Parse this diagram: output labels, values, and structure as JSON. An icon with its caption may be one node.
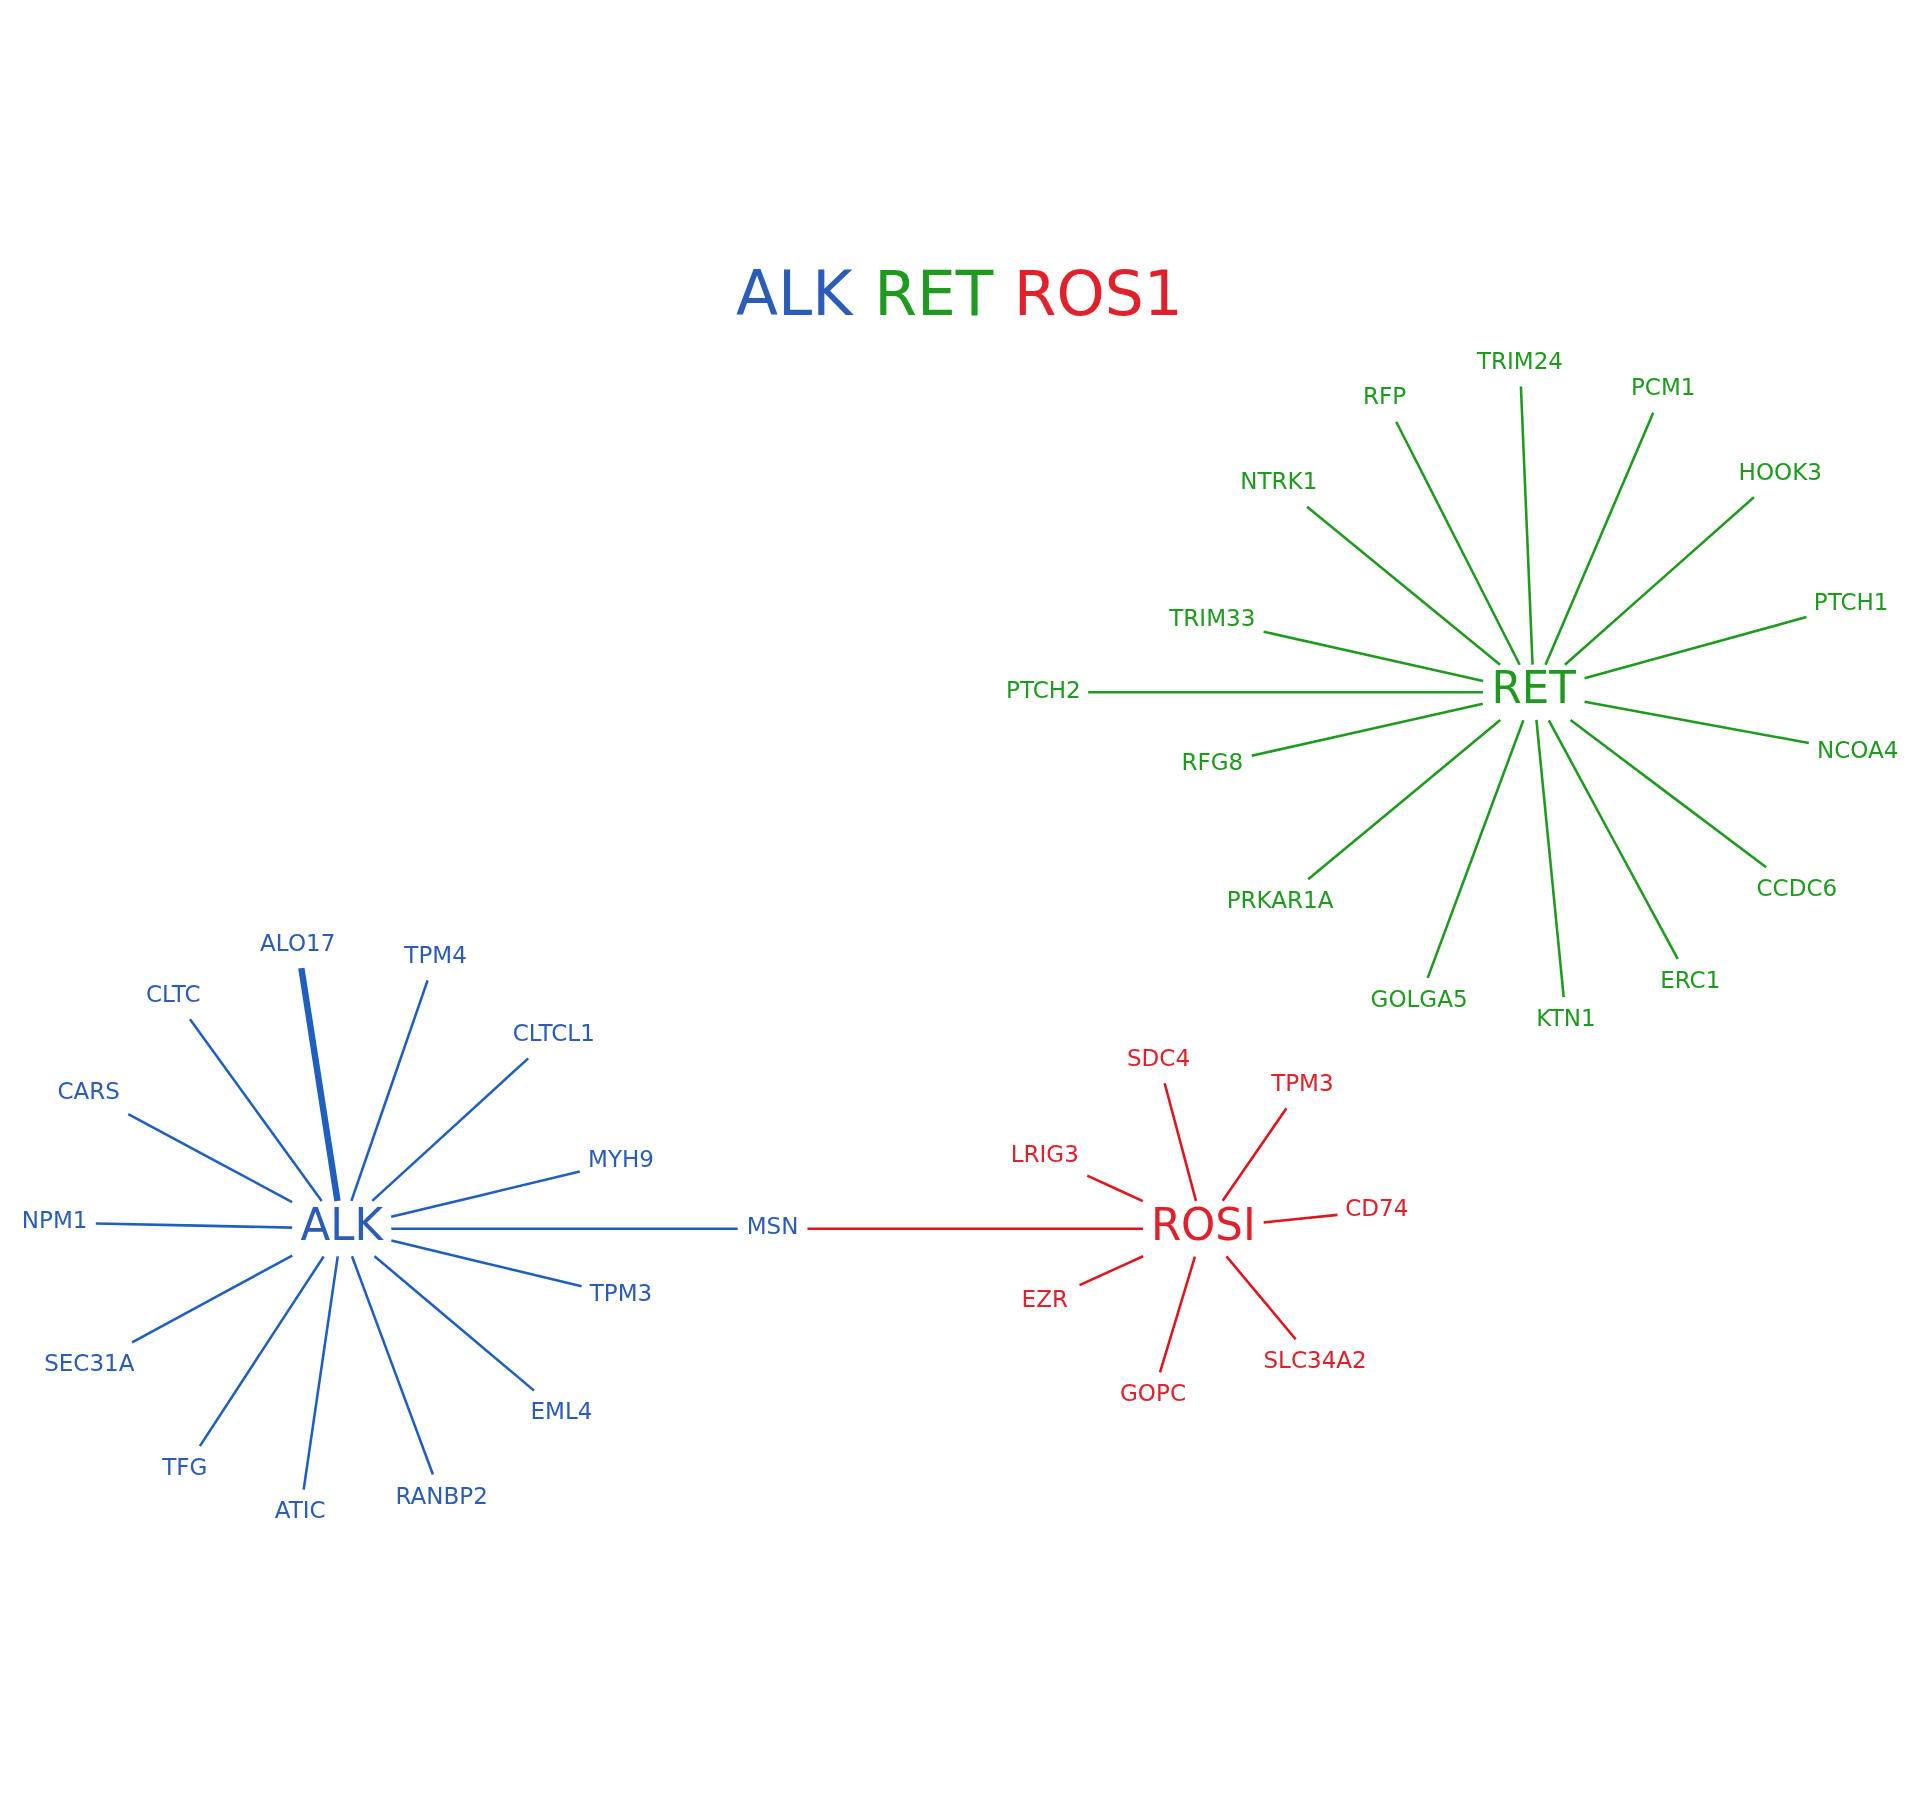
{
  "diagram": {
    "title": "ALK RET ROS1",
    "nodes": [
      {
        "text": [
          "MSN"
        ]
      },
      {
        "text": [
          "PTCH2"
        ]
      },
      {
        "text": [
          "MYH9"
        ]
      },
      {
        "text": [
          "EZR"
        ]
      },
      {
        "text": [
          "RFG8"
        ]
      },
      {
        "text": [
          "ROSI"
        ]
      },
      {
        "text": [
          "CLTCL1"
        ]
      },
      {
        "text": [
          "PRKAR1A"
        ]
      },
      {
        "text": [
          "GOPC"
        ]
      },
      {
        "text": [
          "TPM4"
        ]
      },
      {
        "text": [
          "GOLGA5"
        ]
      },
      {
        "text": [
          "SLC34A2"
        ]
      },
      {
        "text": [
          "ALO17"
        ]
      },
      {
        "text": [
          "KTN1"
        ]
      },
      {
        "text": [
          "CD74"
        ]
      },
      {
        "text": [
          "CLTC"
        ]
      },
      {
        "text": [
          "ERC1"
        ]
      },
      {
        "text": [
          "TPM3"
        ]
      },
      {
        "text": [
          "CARS"
        ]
      },
      {
        "text": [
          "CCDC6"
        ]
      },
      {
        "text": [
          "NCOA4"
        ]
      },
      {
        "text": [
          "NPM1"
        ]
      },
      {
        "text": [
          "SDC4"
        ]
      },
      {
        "text": [
          "RET"
        ]
      },
      {
        "text": [
          "SEC31A"
        ]
      },
      {
        "text": [
          "PTCH1"
        ]
      },
      {
        "text": [
          "HOOK3"
        ]
      },
      {
        "text": [
          "TFG"
        ]
      },
      {
        "text": [
          "PCM1"
        ]
      },
      {
        "text": [
          "ATIC"
        ]
      },
      {
        "text": [
          "TRIM24"
        ]
      },
      {
        "text": [
          "ALK"
        ]
      },
      {
        "text": [
          "RFP"
        ]
      },
      {
        "text": [
          "RANBP2"
        ]
      },
      {
        "text": [
          "NTRK1"
        ]
      },
      {
        "text": [
          "LRIG3"
        ]
      },
      {
        "text": [
          "EML4"
        ]
      },
      {
        "text": [
          "TRIM33"
        ]
      },
      {
        "text": [
          "TPM3"
        ]
      }
    ],
    "edges": [
      {
        "from": 0,
        "to": 31,
        "arrow": "none",
        "color": "#1f5fbf"
      },
      {
        "from": 2,
        "to": 31,
        "arrow": "none",
        "color": "#1f5fbf"
      },
      {
        "from": 6,
        "to": 31,
        "arrow": "none",
        "color": "#1f5fbf"
      },
      {
        "from": 9,
        "to": 31,
        "arrow": "none",
        "color": "#1f5fbf"
      },
      {
        "from": 12,
        "to": 31,
        "arrow": "none",
        "color": "#1f5fbf",
        "style": "thick"
      },
      {
        "from": 15,
        "to": 31,
        "arrow": "none",
        "color": "#1f5fbf"
      },
      {
        "from": 18,
        "to": 31,
        "arrow": "none",
        "color": "#1f5fbf"
      },
      {
        "from": 21,
        "to": 31,
        "arrow": "none",
        "color": "#1f5fbf"
      },
      {
        "from": 24,
        "to": 31,
        "arrow": "none",
        "color": "#1f5fbf"
      },
      {
        "from": 27,
        "to": 31,
        "arrow": "none",
        "color": "#1f5fbf"
      },
      {
        "from": 29,
        "to": 31,
        "arrow": "none",
        "color": "#1f5fbf"
      },
      {
        "from": 33,
        "to": 31,
        "arrow": "none",
        "color": "#1f5fbf"
      },
      {
        "from": 36,
        "to": 31,
        "arrow": "none",
        "color": "#1f5fbf"
      },
      {
        "from": 38,
        "to": 31,
        "arrow": "none",
        "color": "#1f5fbf"
      },
      {
        "from": 1,
        "to": 23,
        "arrow": "none",
        "color": "#1e9a1e"
      },
      {
        "from": 4,
        "to": 23,
        "arrow": "none",
        "color": "#1e9a1e"
      },
      {
        "from": 7,
        "to": 23,
        "arrow": "none",
        "color": "#1e9a1e"
      },
      {
        "from": 10,
        "to": 23,
        "arrow": "none",
        "color": "#1e9a1e"
      },
      {
        "from": 13,
        "to": 23,
        "arrow": "none",
        "color": "#1e9a1e"
      },
      {
        "from": 16,
        "to": 23,
        "arrow": "none",
        "color": "#1e9a1e"
      },
      {
        "from": 19,
        "to": 23,
        "arrow": "none",
        "color": "#1e9a1e"
      },
      {
        "from": 20,
        "to": 23,
        "arrow": "none",
        "color": "#1e9a1e"
      },
      {
        "from": 25,
        "to": 23,
        "arrow": "none",
        "color": "#1e9a1e"
      },
      {
        "from": 26,
        "to": 23,
        "arrow": "none",
        "color": "#1e9a1e"
      },
      {
        "from": 28,
        "to": 23,
        "arrow": "none",
        "color": "#1e9a1e"
      },
      {
        "from": 30,
        "to": 23,
        "arrow": "none",
        "color": "#1e9a1e"
      },
      {
        "from": 32,
        "to": 23,
        "arrow": "none",
        "color": "#1e9a1e"
      },
      {
        "from": 34,
        "to": 23,
        "arrow": "none",
        "color": "#1e9a1e"
      },
      {
        "from": 37,
        "to": 23,
        "arrow": "none",
        "color": "#1e9a1e"
      },
      {
        "from": 0,
        "to": 5,
        "arrow": "none",
        "color": "#e0141e"
      },
      {
        "from": 3,
        "to": 5,
        "arrow": "none",
        "color": "#e0141e"
      },
      {
        "from": 8,
        "to": 5,
        "arrow": "none",
        "color": "#e0141e"
      },
      {
        "from": 11,
        "to": 5,
        "arrow": "none",
        "color": "#e0141e"
      },
      {
        "from": 14,
        "to": 5,
        "arrow": "none",
        "color": "#e0141e"
      },
      {
        "from": 17,
        "to": 5,
        "arrow": "none",
        "color": "#e0141e"
      },
      {
        "from": 22,
        "to": 5,
        "arrow": "none",
        "color": "#e0141e"
      },
      {
        "from": 35,
        "to": 5,
        "arrow": "none",
        "color": "#e0141e"
      }
    ]
  }
}
